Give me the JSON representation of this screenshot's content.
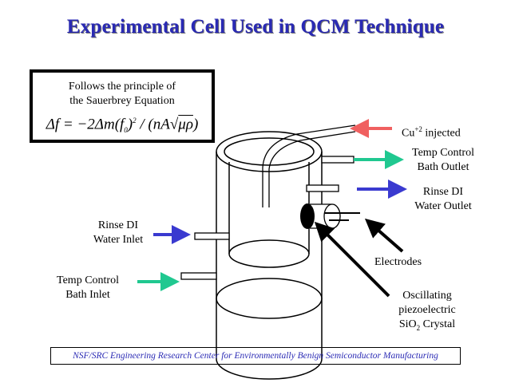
{
  "title": "Experimental Cell Used in QCM Technique",
  "principle": {
    "line1": "Follows the principle of",
    "line2": "the Sauerbrey Equation"
  },
  "labels": {
    "cu_injected": "Cu",
    "cu_charge": "+2",
    "cu_suffix": " injected",
    "temp_outlet_1": "Temp Control",
    "temp_outlet_2": "Bath Outlet",
    "rinse_outlet_1": "Rinse DI",
    "rinse_outlet_2": "Water Outlet",
    "rinse_inlet_1": "Rinse DI",
    "rinse_inlet_2": "Water Inlet",
    "temp_inlet_1": "Temp Control",
    "temp_inlet_2": "Bath Inlet",
    "electrodes": "Electrodes",
    "crystal_1": "Oscillating",
    "crystal_2": "piezoelectric",
    "crystal_3a": "SiO",
    "crystal_3sub": "2",
    "crystal_3b": " Crystal"
  },
  "footer": "NSF/SRC Engineering Research Center for Environmentally Benign Semiconductor Manufacturing",
  "colors": {
    "title": "#2a2ab4",
    "red_arrow": "#f06060",
    "green_arrow": "#20c890",
    "blue_arrow": "#3a3ad0",
    "footer_text": "#2a2ab4"
  }
}
